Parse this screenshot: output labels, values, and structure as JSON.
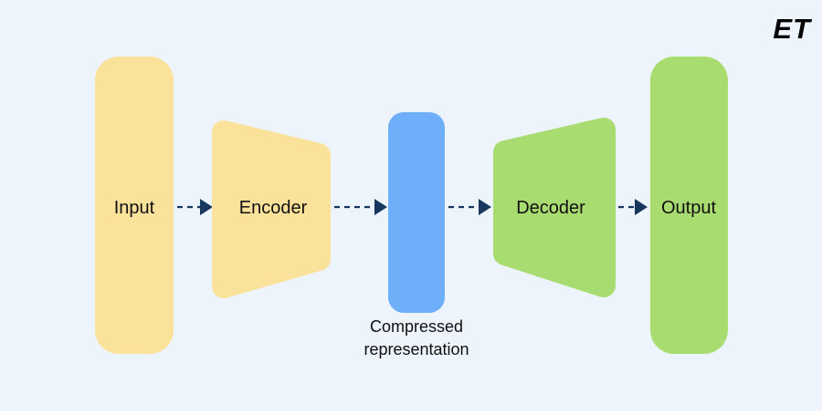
{
  "logo": {
    "text": "ET"
  },
  "colors": {
    "background": "#EDF4FC",
    "node_yellow": "#FBE29B",
    "node_blue": "#6FAEF8",
    "node_green": "#A8DB70",
    "arrow": "#17375E",
    "text": "#101010",
    "logo": "#050505"
  },
  "diagram": {
    "type": "autoencoder-flow",
    "nodes": [
      {
        "id": "input",
        "label": "Input",
        "shape": "rounded-rect"
      },
      {
        "id": "encoder",
        "label": "Encoder",
        "shape": "trapezoid-narrowing-right"
      },
      {
        "id": "bottleneck",
        "label": "",
        "shape": "rounded-bar"
      },
      {
        "id": "decoder",
        "label": "Decoder",
        "shape": "trapezoid-widening-right"
      },
      {
        "id": "output",
        "label": "Output",
        "shape": "rounded-rect"
      }
    ],
    "bottleneck_caption": {
      "line1": "Compressed",
      "line2": "representation"
    },
    "arrows": {
      "style": "dashed",
      "direction": "left-to-right",
      "count": 4
    }
  }
}
